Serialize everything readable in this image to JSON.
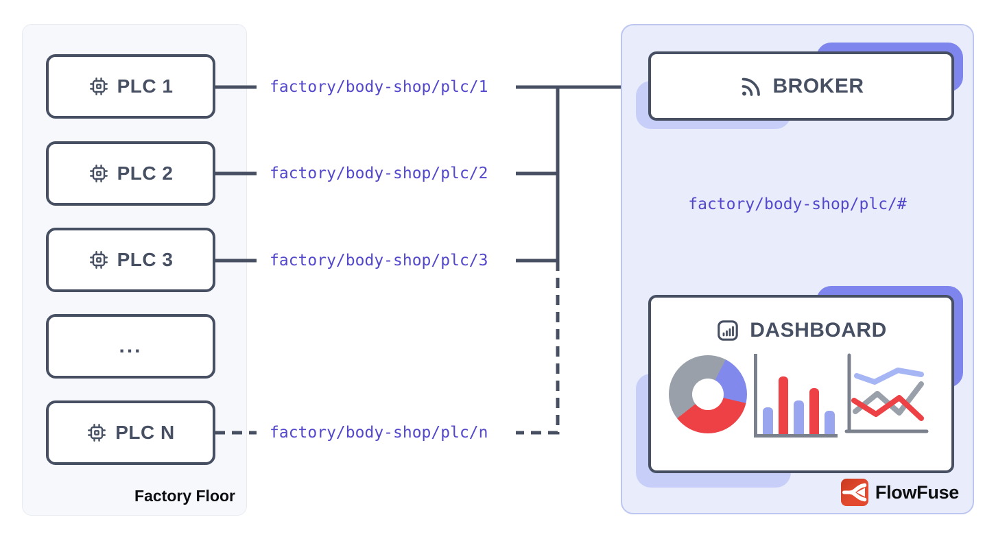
{
  "colors": {
    "line": "#475063",
    "topic_text": "#5348cb",
    "accent": "#7e86ed",
    "accent_light": "#c7cff9",
    "panel_left_bg": "#f7f8fb",
    "panel_right_bg": "#e9ecfb",
    "panel_right_border": "#bcc6f1",
    "axis_gray": "#7b818c",
    "chart_gray": "#9aa0a9",
    "chart_red": "#ee4145",
    "chart_blue": "#8289ec",
    "brand_red": "#d9402a"
  },
  "left_panel": {
    "label": "Factory Floor",
    "nodes": [
      {
        "label": "PLC 1",
        "icon": "cpu-chip-icon"
      },
      {
        "label": "PLC 2",
        "icon": "cpu-chip-icon"
      },
      {
        "label": "PLC 3",
        "icon": "cpu-chip-icon"
      },
      {
        "label": "...",
        "icon": ""
      },
      {
        "label": "PLC N",
        "icon": "cpu-chip-icon"
      }
    ]
  },
  "topics": [
    {
      "text": "factory/body-shop/plc/1",
      "line": "solid"
    },
    {
      "text": "factory/body-shop/plc/2",
      "line": "solid"
    },
    {
      "text": "factory/body-shop/plc/3",
      "line": "solid"
    },
    {
      "text": "factory/body-shop/plc/n",
      "line": "dashed"
    }
  ],
  "right_panel": {
    "broker": {
      "label": "BROKER",
      "icon": "rss-icon"
    },
    "subscription_topic": "factory/body-shop/plc/#",
    "dashboard": {
      "label": "DASHBOARD",
      "icon": "mini-bar-chart-icon",
      "charts": {
        "donut": {
          "segments": [
            {
              "color": "#9aa0a9",
              "start": 0,
              "end": 27
            },
            {
              "color": "#8289ec",
              "start": 27,
              "end": 103
            },
            {
              "color": "#ee4145",
              "start": 103,
              "end": 232
            },
            {
              "color": "#9aa0a9",
              "start": 232,
              "end": 360
            }
          ]
        },
        "bars": [
          {
            "color": "#99a5ee",
            "height": 0.33
          },
          {
            "color": "#ee4145",
            "height": 0.72
          },
          {
            "color": "#99a5ee",
            "height": 0.42
          },
          {
            "color": "#ee4145",
            "height": 0.57
          },
          {
            "color": "#99a5ee",
            "height": 0.29
          }
        ],
        "lines": [
          {
            "color": "#a6b5f4",
            "points": [
              [
                18,
                34
              ],
              [
                44,
                43
              ],
              [
                78,
                26
              ],
              [
                112,
                32
              ]
            ]
          },
          {
            "color": "#9aa0a9",
            "points": [
              [
                16,
                86
              ],
              [
                48,
                60
              ],
              [
                80,
                88
              ],
              [
                112,
                46
              ]
            ]
          },
          {
            "color": "#ee4145",
            "points": [
              [
                14,
                70
              ],
              [
                46,
                90
              ],
              [
                80,
                66
              ],
              [
                112,
                96
              ]
            ]
          }
        ]
      }
    },
    "brand": {
      "name": "FlowFuse",
      "icon": "flowfuse-logo"
    }
  }
}
